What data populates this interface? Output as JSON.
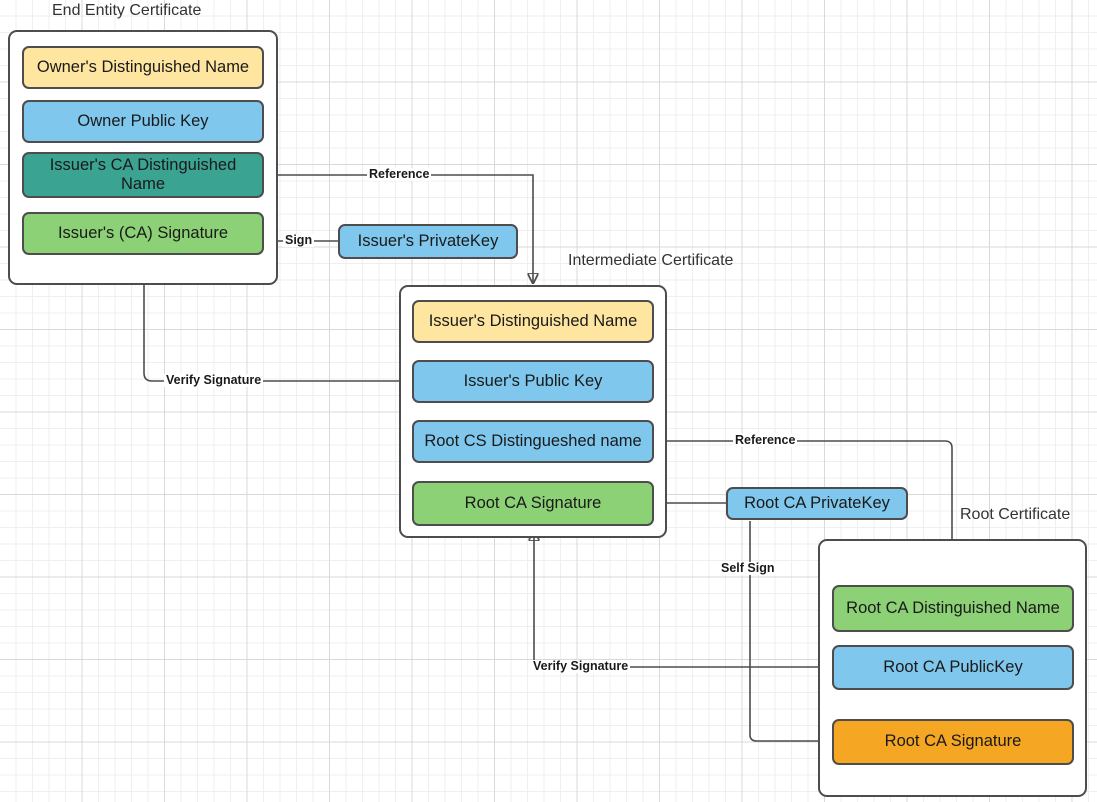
{
  "diagram": {
    "title_end_entity": "End Entity Certificate",
    "title_intermediate": "Intermediate Certificate",
    "title_root": "Root Certificate"
  },
  "colors": {
    "yellow": "#FFE6A0",
    "blue": "#7FC7ED",
    "teal": "#3AA392",
    "green": "#8CD175",
    "orange": "#F5A623",
    "stroke": "#4d4d4d",
    "grid_minor": "#efefef",
    "grid_major": "#d9d9d9",
    "background": "#ffffff"
  },
  "end_entity_certificate": {
    "label": "End Entity Certificate",
    "fields": [
      {
        "label": "Owner's Distinguished Name",
        "color": "#FFE6A0"
      },
      {
        "label": "Owner Public  Key",
        "color": "#7FC7ED"
      },
      {
        "label": "Issuer's CA Distinguished Name",
        "color": "#3AA392"
      },
      {
        "label": "Issuer's (CA) Signature",
        "color": "#8CD175"
      }
    ]
  },
  "intermediate_certificate": {
    "label": "Intermediate Certificate",
    "fields": [
      {
        "label": "Issuer's Distinguished Name",
        "color": "#FFE6A0"
      },
      {
        "label": "Issuer's Public  Key",
        "color": "#7FC7ED"
      },
      {
        "label": "Root CS Distingueshed name",
        "color": "#7FC7ED"
      },
      {
        "label": "Root CA Signature",
        "color": "#8CD175"
      }
    ]
  },
  "root_certificate": {
    "label": "Root Certificate",
    "fields": [
      {
        "label": "Root CA Distinguished Name",
        "color": "#8CD175"
      },
      {
        "label": "Root CA PublicKey",
        "color": "#7FC7ED"
      },
      {
        "label": "Root CA Signature",
        "color": "#F5A623"
      }
    ]
  },
  "keys": [
    {
      "label": "Issuer's PrivateKey",
      "color": "#7FC7ED"
    },
    {
      "label": "Root CA PrivateKey",
      "color": "#7FC7ED"
    }
  ],
  "edge_labels": {
    "reference_top": "Reference",
    "sign": "Sign",
    "verify_signature_top": "Verify Signature",
    "reference_bottom": "Reference",
    "self_sign": "Self Sign",
    "verify_signature_bottom": "Verify Signature"
  }
}
